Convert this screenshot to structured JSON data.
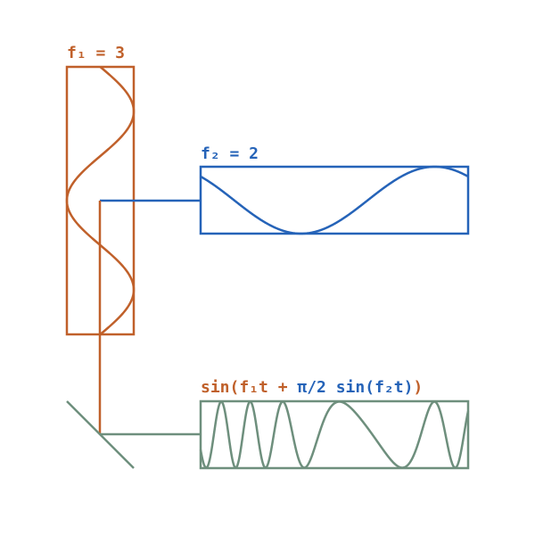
{
  "colors": {
    "orange": "#c0602a",
    "blue": "#2563b8",
    "green": "#6e8f7d",
    "background": "#ffffff"
  },
  "labels": {
    "f1": "f₁ = 3",
    "f2": "f₂ = 2",
    "formula_sin_f1t": "sin(f₁t",
    "formula_plus": " + ",
    "formula_inner": "π/2 sin(f₂t)",
    "formula_close": ")"
  },
  "signals": {
    "f1": {
      "frequency": 3,
      "function": "sine",
      "axis": "vertical"
    },
    "f2": {
      "frequency": 2,
      "function": "sine",
      "axis": "horizontal"
    },
    "combined": {
      "function": "sin(f₁t + π/2 sin(f₂t))",
      "modulation_index": 1.5708
    }
  }
}
